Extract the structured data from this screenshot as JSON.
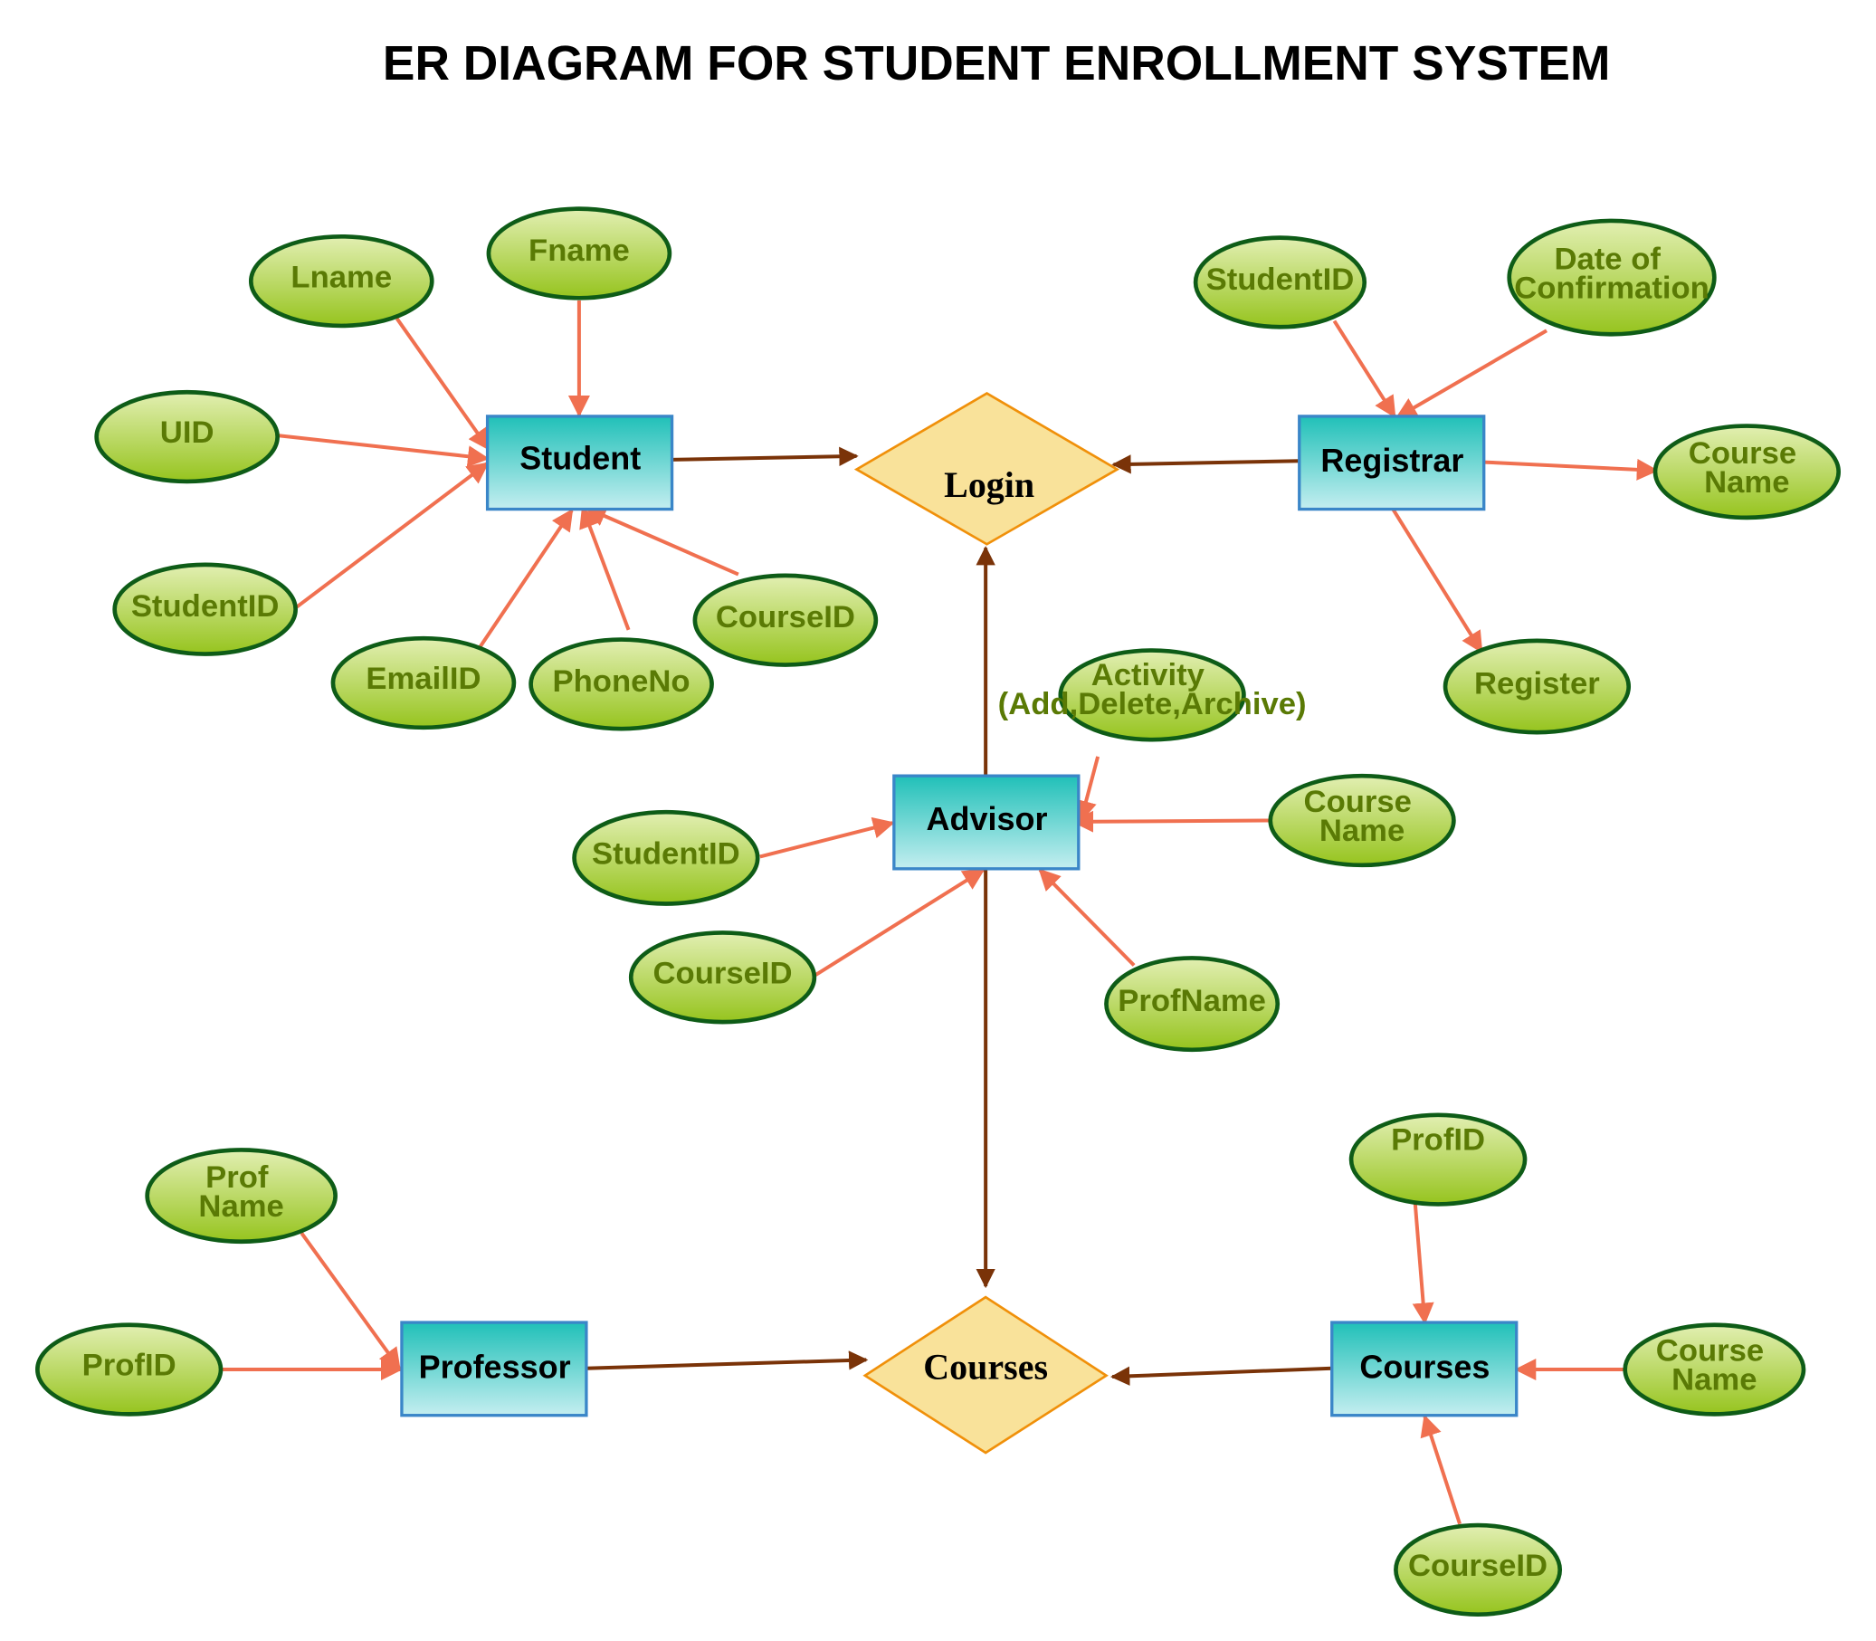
{
  "title": "ER DIAGRAM FOR STUDENT ENROLLMENT SYSTEM",
  "entities": {
    "student": "Student",
    "registrar": "Registrar",
    "advisor": "Advisor",
    "professor": "Professor",
    "courses": "Courses"
  },
  "relationships": {
    "login": "Login",
    "courses": "Courses"
  },
  "attributes": {
    "student": {
      "lname": "Lname",
      "fname": "Fname",
      "uid": "UID",
      "student_id": "StudentID",
      "email_id": "EmailID",
      "phone_no": "PhoneNo",
      "course_id": "CourseID"
    },
    "registrar": {
      "student_id": "StudentID",
      "date_of_confirmation": [
        "Date of",
        "Confirmation"
      ],
      "course_name": [
        "Course",
        "Name"
      ],
      "register": "Register"
    },
    "advisor": {
      "activity": [
        "Activity",
        "(Add,Delete,Archive)"
      ],
      "student_id": "StudentID",
      "course_name": [
        "Course",
        "Name"
      ],
      "course_id": "CourseID",
      "prof_name": "ProfName"
    },
    "professor": {
      "prof_name": [
        "Prof",
        "Name"
      ],
      "prof_id": "ProfID"
    },
    "courses": {
      "prof_id": "ProfID",
      "course_name": [
        "Course",
        "Name"
      ],
      "course_id": "CourseID"
    }
  },
  "colors": {
    "entity_fill_top": "#20c0b8",
    "entity_fill_bottom": "#c4eef0",
    "entity_border": "#3a86c8",
    "attribute_fill_top": "#e2efb2",
    "attribute_fill_bottom": "#96c41e",
    "attribute_border": "#0e5c17",
    "attribute_text": "#5a7a05",
    "relationship_fill": "#f9e29a",
    "relationship_border": "#f0900a",
    "attribute_connector": "#f07050",
    "relationship_connector": "#7a3308"
  }
}
